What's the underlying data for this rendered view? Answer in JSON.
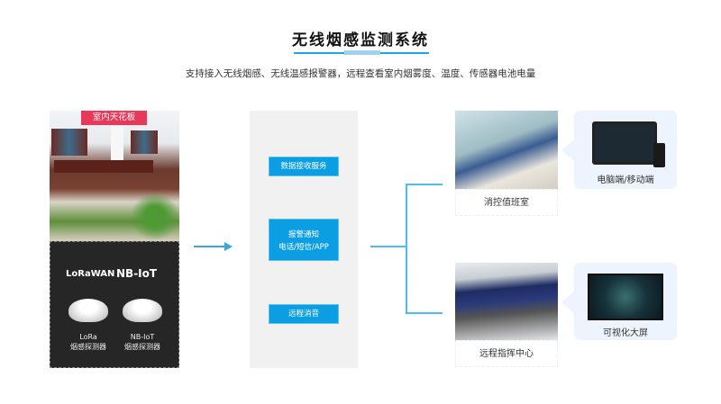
{
  "header": {
    "title": "无线烟感监测系统",
    "subtitle": "支持接入无线烟感、无线温感报警器，远程查看室内烟雾度、温度、传感器电池电量"
  },
  "left": {
    "label": "室内天花板",
    "logos": [
      "LoRaWAN",
      "NB-IoT"
    ],
    "detectors": [
      {
        "line1": "LoRa",
        "line2": "烟感探测器"
      },
      {
        "line1": "NB-IoT",
        "line2": "烟感探测器"
      }
    ]
  },
  "services": {
    "data_receive": "数据接收服务",
    "alarm_line1": "报警通知",
    "alarm_line2": "电话/短信/APP",
    "remote_mute": "远程消音"
  },
  "outputs": {
    "fire_control_room": "消控值班室",
    "pc_mobile": "电脑端/移动端",
    "remote_command": "远程指挥中心",
    "big_screen": "可视化大屏"
  },
  "colors": {
    "accent": "#0b9ee3",
    "label": "#e8395a"
  }
}
